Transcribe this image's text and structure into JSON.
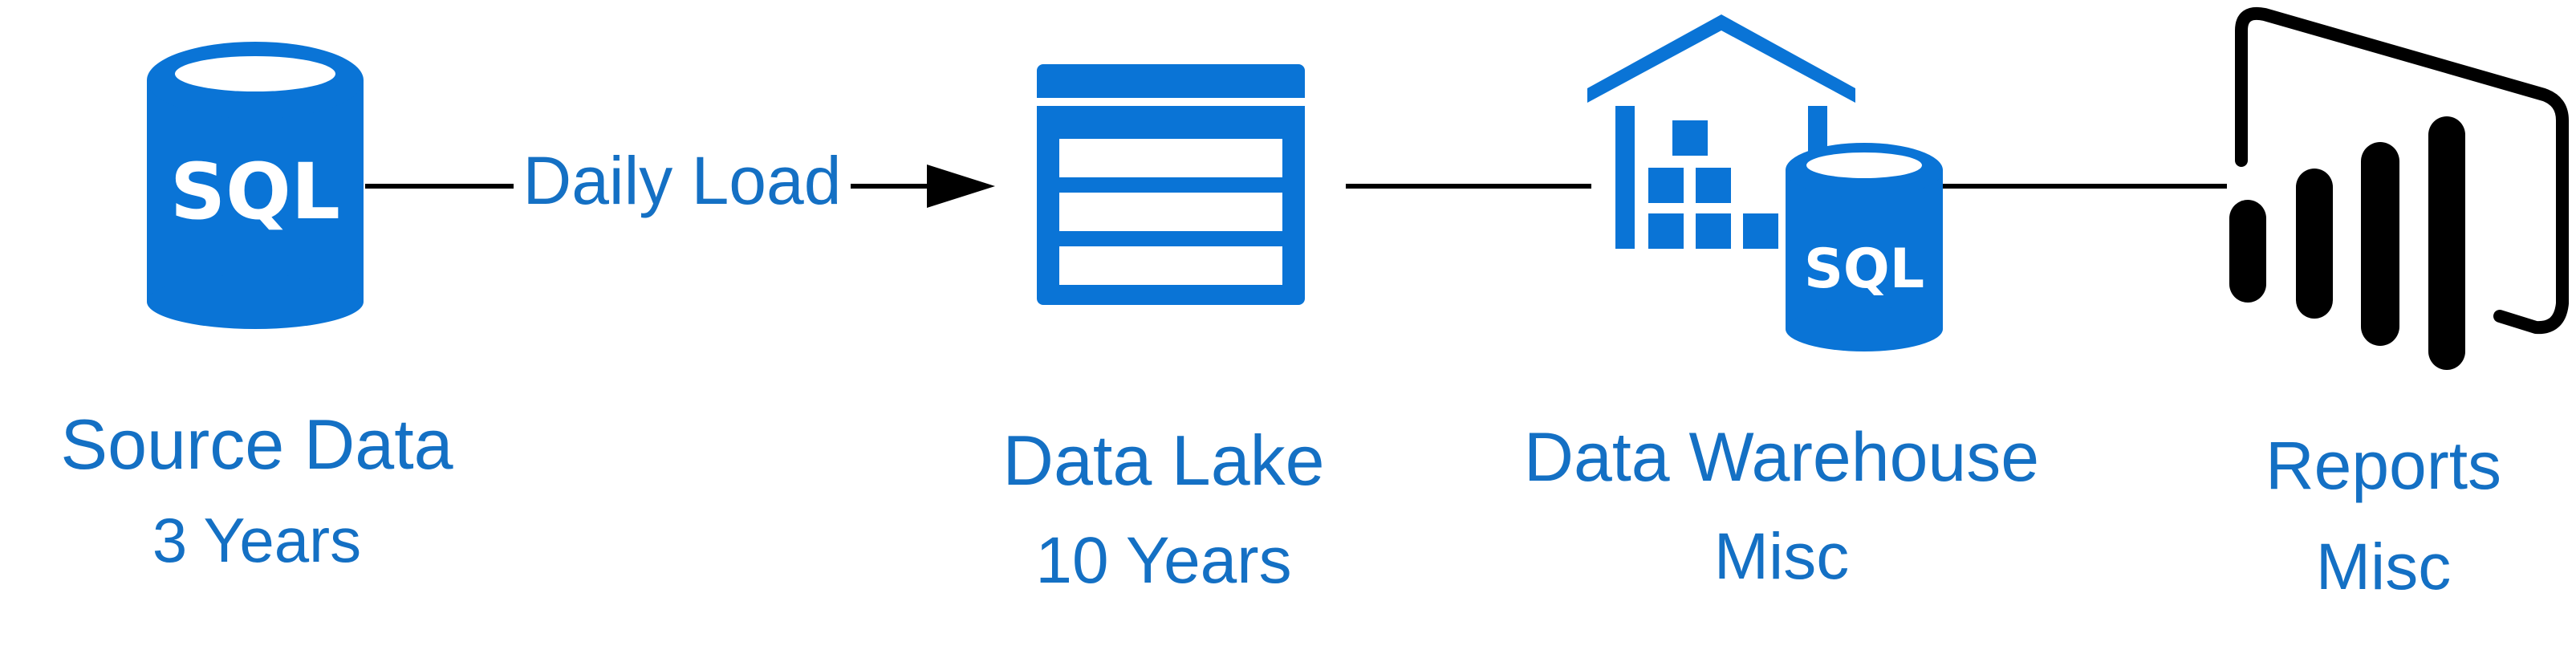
{
  "nodes": {
    "source": {
      "title": "Source Data",
      "subtitle": "3 Years",
      "icon": "sql-database-icon",
      "icon_text": "SQL"
    },
    "lake": {
      "title": "Data Lake",
      "subtitle": "10 Years",
      "icon": "data-lake-table-icon"
    },
    "warehouse": {
      "title": "Data Warehouse",
      "subtitle": "Misc",
      "icon": "data-warehouse-icon",
      "icon_text": "SQL"
    },
    "reports": {
      "title": "Reports",
      "subtitle": "Misc",
      "icon": "power-bi-icon"
    }
  },
  "edges": {
    "source_to_lake": {
      "label": "Daily Load"
    }
  },
  "colors": {
    "accent": "#0a74d6",
    "text": "#1470c4",
    "line": "#000000",
    "background": "#ffffff"
  }
}
